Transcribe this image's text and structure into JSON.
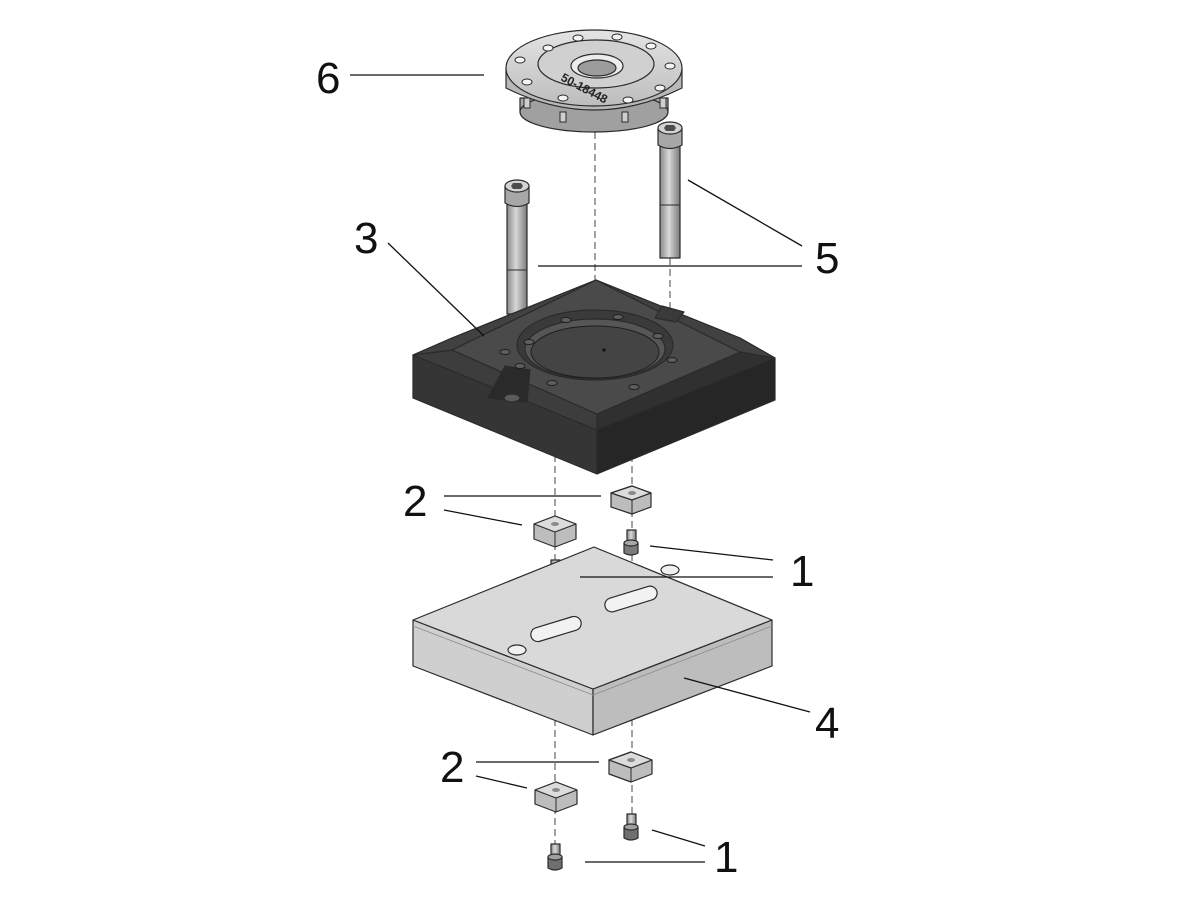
{
  "figure": {
    "type": "exploded-assembly-diagram",
    "callouts": [
      {
        "id": "callout-6",
        "label": "6"
      },
      {
        "id": "callout-3",
        "label": "3"
      },
      {
        "id": "callout-5",
        "label": "5"
      },
      {
        "id": "callout-2-upper",
        "label": "2"
      },
      {
        "id": "callout-1-upper",
        "label": "1"
      },
      {
        "id": "callout-4",
        "label": "4"
      },
      {
        "id": "callout-2-lower",
        "label": "2"
      },
      {
        "id": "callout-1-lower",
        "label": "1"
      }
    ],
    "engraving": {
      "part_number": "50-18448"
    },
    "colors": {
      "line": "#111111",
      "dark_block_top": "#4a4a4a",
      "dark_block_side": "#2e2e2e",
      "light_plate_top": "#d6d6d6",
      "light_plate_side": "#c4c4c4",
      "metal_part": "#bfbfbf"
    }
  }
}
